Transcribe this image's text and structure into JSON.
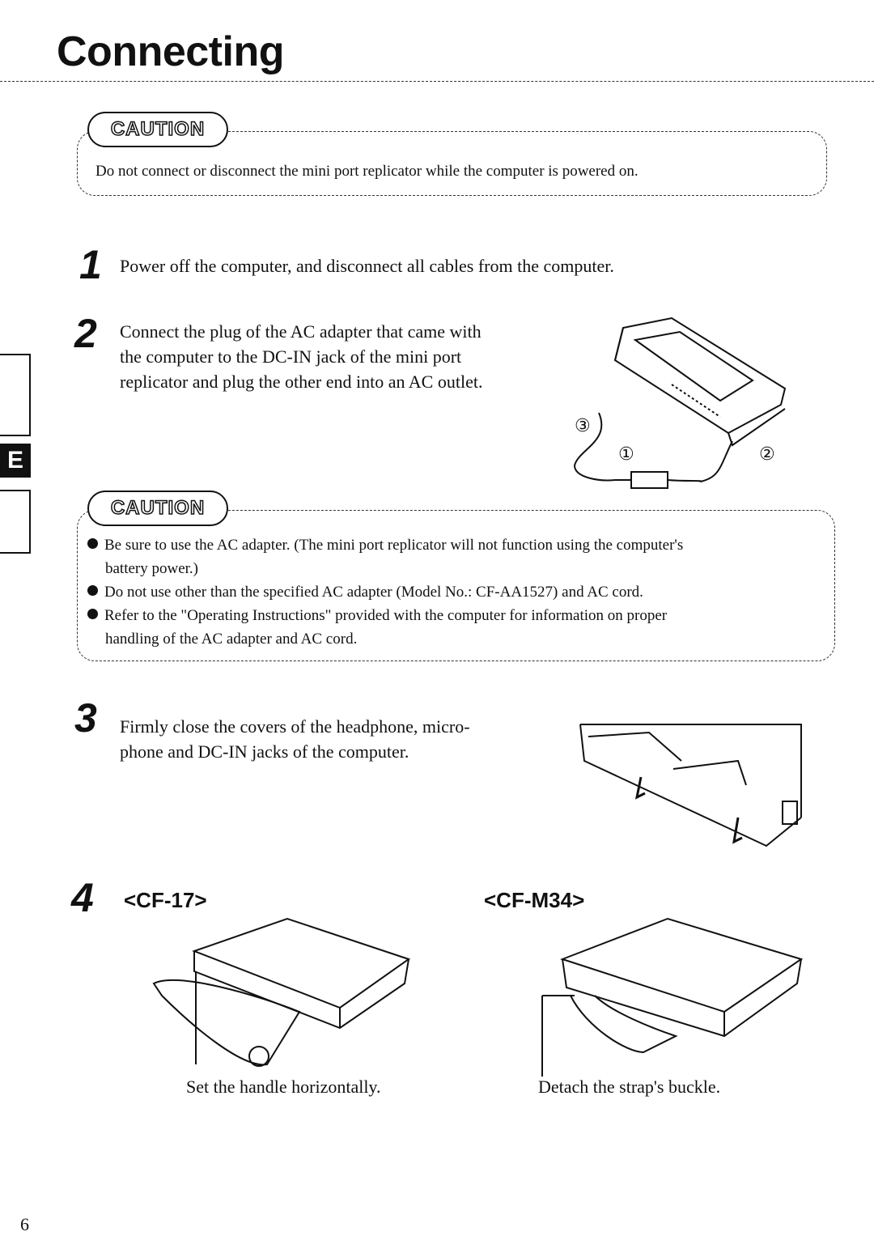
{
  "title": "Connecting",
  "caution1": {
    "badge": "CAUTION",
    "text": "Do not connect or disconnect the mini port replicator while the computer is powered on."
  },
  "steps": [
    {
      "num": "1",
      "lines": [
        "Power off  the computer, and disconnect all cables from the computer."
      ]
    },
    {
      "num": "2",
      "lines": [
        "Connect the plug of the AC adapter that came with",
        "the computer to the DC-IN jack of the mini port",
        "replicator and plug the other end into an AC outlet."
      ]
    },
    {
      "num": "3",
      "lines": [
        "Firmly close the covers of the headphone, micro-",
        "phone and DC-IN jacks of the computer."
      ]
    },
    {
      "num": "4"
    }
  ],
  "figure_labels": [
    "③",
    "①",
    "②"
  ],
  "side_tab": "E",
  "caution2": {
    "badge": "CAUTION",
    "bullets": [
      [
        "Be sure to use the AC adapter. (The mini port replicator will not function using the computer's",
        "battery power.)"
      ],
      [
        "Do not use other than the specified AC adapter (Model No.: CF-AA1527) and AC cord."
      ],
      [
        "Refer to the \"Operating Instructions\" provided with the computer for information on proper",
        "handling of the AC adapter and AC cord."
      ]
    ]
  },
  "models": [
    {
      "name": "<CF-17>",
      "caption": "Set the handle horizontally."
    },
    {
      "name": "<CF-M34>",
      "caption": "Detach the strap's buckle."
    }
  ],
  "page_number": "6"
}
